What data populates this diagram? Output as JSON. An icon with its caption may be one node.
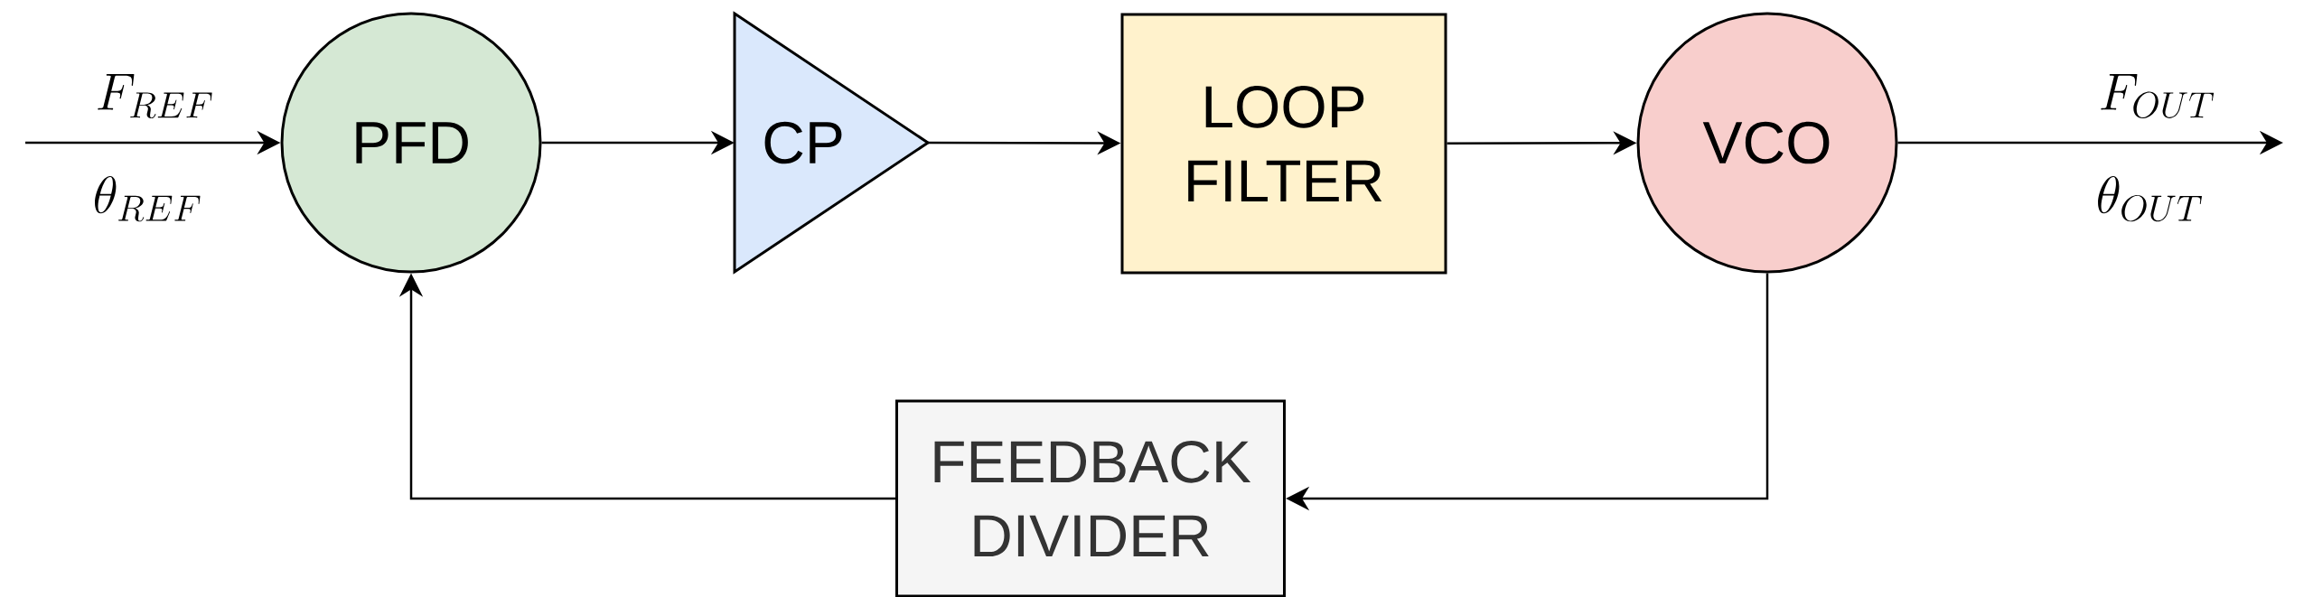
{
  "diagram": {
    "nodes": [
      {
        "text": [
          "PFD"
        ]
      },
      {
        "text": [
          "CP"
        ]
      },
      {
        "text": [
          "LOOP FILTER"
        ]
      },
      {
        "text": [
          "VCO"
        ]
      },
      {
        "text": [
          "FEEDBACK DIVIDER"
        ]
      }
    ],
    "edges": [
      {
        "from": null,
        "to": 0,
        "arrow": "to"
      },
      {
        "from": 0,
        "to": 1,
        "arrow": "to"
      },
      {
        "from": 1,
        "to": 2,
        "arrow": "to"
      },
      {
        "from": 2,
        "to": 3,
        "arrow": "to"
      },
      {
        "from": 3,
        "to": null,
        "arrow": "to"
      },
      {
        "from": 3,
        "to": 4,
        "arrow": "to"
      },
      {
        "from": 4,
        "to": 0,
        "arrow": "to"
      }
    ],
    "labels": [
      "F_{REF}",
      "\\theta_{REF}",
      "F_{OUT}",
      "\\theta_{OUT}"
    ]
  }
}
